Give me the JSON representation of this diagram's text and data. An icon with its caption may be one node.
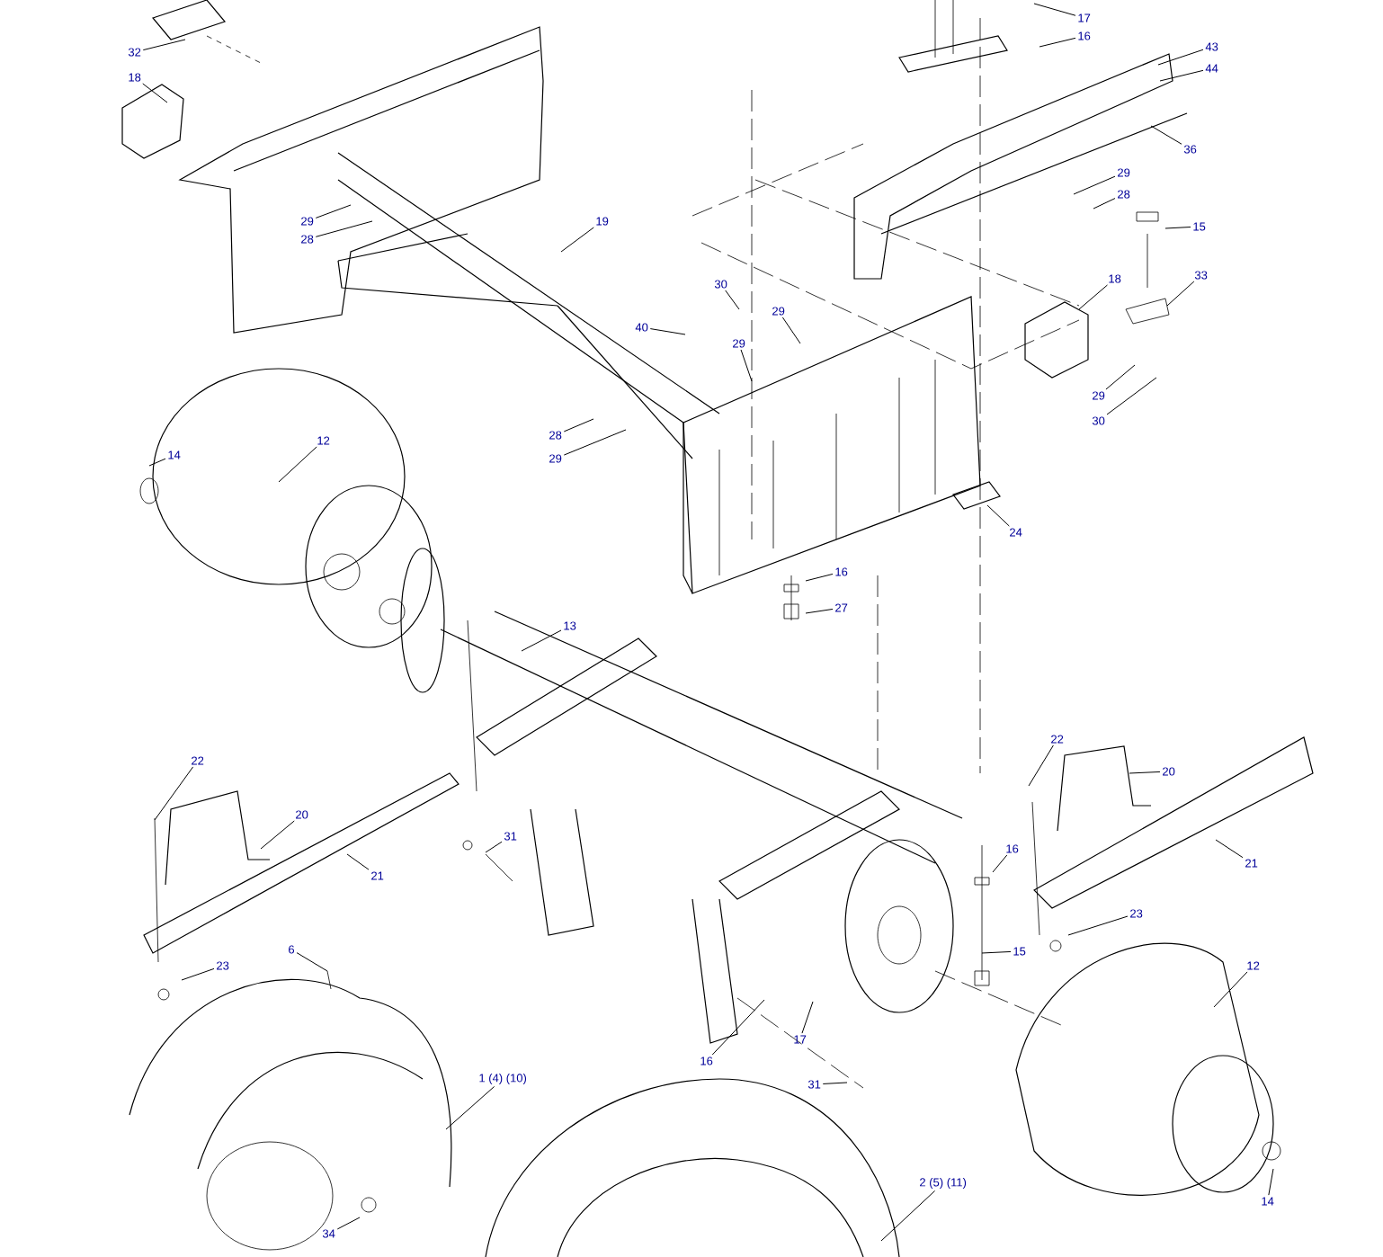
{
  "diagram": {
    "nodes": [
      {
        "text": [
          "17"
        ]
      },
      {
        "text": [
          "16"
        ]
      },
      {
        "text": [
          "43"
        ]
      },
      {
        "text": [
          "32"
        ]
      },
      {
        "text": [
          "44"
        ]
      },
      {
        "text": [
          "18"
        ]
      },
      {
        "text": [
          "36"
        ]
      },
      {
        "text": [
          "29"
        ]
      },
      {
        "text": [
          "28"
        ]
      },
      {
        "text": [
          "29"
        ]
      },
      {
        "text": [
          "19"
        ]
      },
      {
        "text": [
          "15"
        ]
      },
      {
        "text": [
          "28"
        ]
      },
      {
        "text": [
          "33"
        ]
      },
      {
        "text": [
          "18"
        ]
      },
      {
        "text": [
          "30"
        ]
      },
      {
        "text": [
          "29"
        ]
      },
      {
        "text": [
          "29"
        ]
      },
      {
        "text": [
          "40"
        ]
      },
      {
        "text": [
          "29"
        ]
      },
      {
        "text": [
          "30"
        ]
      },
      {
        "text": [
          "28"
        ]
      },
      {
        "text": [
          "12"
        ]
      },
      {
        "text": [
          "14"
        ]
      },
      {
        "text": [
          "29"
        ]
      },
      {
        "text": [
          "24"
        ]
      },
      {
        "text": [
          "16"
        ]
      },
      {
        "text": [
          "27"
        ]
      },
      {
        "text": [
          "13"
        ]
      },
      {
        "text": [
          "22"
        ]
      },
      {
        "text": [
          "22"
        ]
      },
      {
        "text": [
          "20"
        ]
      },
      {
        "text": [
          "20"
        ]
      },
      {
        "text": [
          "31"
        ]
      },
      {
        "text": [
          "16"
        ]
      },
      {
        "text": [
          "21"
        ]
      },
      {
        "text": [
          "21"
        ]
      },
      {
        "text": [
          "23"
        ]
      },
      {
        "text": [
          "6"
        ]
      },
      {
        "text": [
          "15"
        ]
      },
      {
        "text": [
          "23"
        ]
      },
      {
        "text": [
          "12"
        ]
      },
      {
        "text": [
          "17"
        ]
      },
      {
        "text": [
          "16"
        ]
      },
      {
        "text": [
          "1 (4) (10)"
        ]
      },
      {
        "text": [
          "31"
        ]
      },
      {
        "text": [
          "2 (5) (11)"
        ]
      },
      {
        "text": [
          "14"
        ]
      },
      {
        "text": [
          "34"
        ]
      }
    ],
    "edges": [
      {
        "from": 0,
        "to": null,
        "arrow": "none"
      },
      {
        "from": 1,
        "to": null,
        "arrow": "none"
      },
      {
        "from": 2,
        "to": null,
        "arrow": "none"
      },
      {
        "from": 3,
        "to": null,
        "arrow": "none"
      },
      {
        "from": 4,
        "to": null,
        "arrow": "none"
      },
      {
        "from": 5,
        "to": null,
        "arrow": "none"
      },
      {
        "from": 6,
        "to": null,
        "arrow": "none"
      },
      {
        "from": 7,
        "to": null,
        "arrow": "none"
      },
      {
        "from": 8,
        "to": null,
        "arrow": "none"
      },
      {
        "from": 9,
        "to": null,
        "arrow": "none"
      },
      {
        "from": 10,
        "to": null,
        "arrow": "none"
      },
      {
        "from": 11,
        "to": null,
        "arrow": "none"
      },
      {
        "from": 12,
        "to": null,
        "arrow": "none"
      },
      {
        "from": 13,
        "to": null,
        "arrow": "none"
      },
      {
        "from": 14,
        "to": null,
        "arrow": "none"
      },
      {
        "from": 15,
        "to": null,
        "arrow": "none"
      },
      {
        "from": 16,
        "to": null,
        "arrow": "none"
      },
      {
        "from": 17,
        "to": null,
        "arrow": "none"
      },
      {
        "from": 18,
        "to": null,
        "arrow": "none"
      },
      {
        "from": 19,
        "to": null,
        "arrow": "none"
      },
      {
        "from": 20,
        "to": null,
        "arrow": "none"
      },
      {
        "from": 21,
        "to": null,
        "arrow": "none"
      },
      {
        "from": 22,
        "to": null,
        "arrow": "none"
      },
      {
        "from": 23,
        "to": null,
        "arrow": "none"
      },
      {
        "from": 24,
        "to": null,
        "arrow": "none"
      },
      {
        "from": 25,
        "to": null,
        "arrow": "none"
      },
      {
        "from": 26,
        "to": null,
        "arrow": "none"
      },
      {
        "from": 27,
        "to": null,
        "arrow": "none"
      },
      {
        "from": 28,
        "to": null,
        "arrow": "none"
      },
      {
        "from": 29,
        "to": null,
        "arrow": "none"
      },
      {
        "from": 30,
        "to": null,
        "arrow": "none"
      },
      {
        "from": 31,
        "to": null,
        "arrow": "none"
      },
      {
        "from": 32,
        "to": null,
        "arrow": "none"
      },
      {
        "from": 33,
        "to": null,
        "arrow": "none"
      },
      {
        "from": 34,
        "to": null,
        "arrow": "none"
      },
      {
        "from": 35,
        "to": null,
        "arrow": "none"
      },
      {
        "from": 36,
        "to": null,
        "arrow": "none"
      },
      {
        "from": 37,
        "to": null,
        "arrow": "none"
      },
      {
        "from": 38,
        "to": null,
        "arrow": "none"
      },
      {
        "from": 39,
        "to": null,
        "arrow": "none"
      },
      {
        "from": 40,
        "to": null,
        "arrow": "none"
      },
      {
        "from": 41,
        "to": null,
        "arrow": "none"
      },
      {
        "from": 42,
        "to": null,
        "arrow": "none"
      },
      {
        "from": 43,
        "to": null,
        "arrow": "none"
      },
      {
        "from": 44,
        "to": null,
        "arrow": "none"
      },
      {
        "from": 45,
        "to": null,
        "arrow": "none"
      },
      {
        "from": 46,
        "to": null,
        "arrow": "none"
      },
      {
        "from": 47,
        "to": null,
        "arrow": "none"
      },
      {
        "from": 48,
        "to": null,
        "arrow": "none"
      }
    ]
  }
}
